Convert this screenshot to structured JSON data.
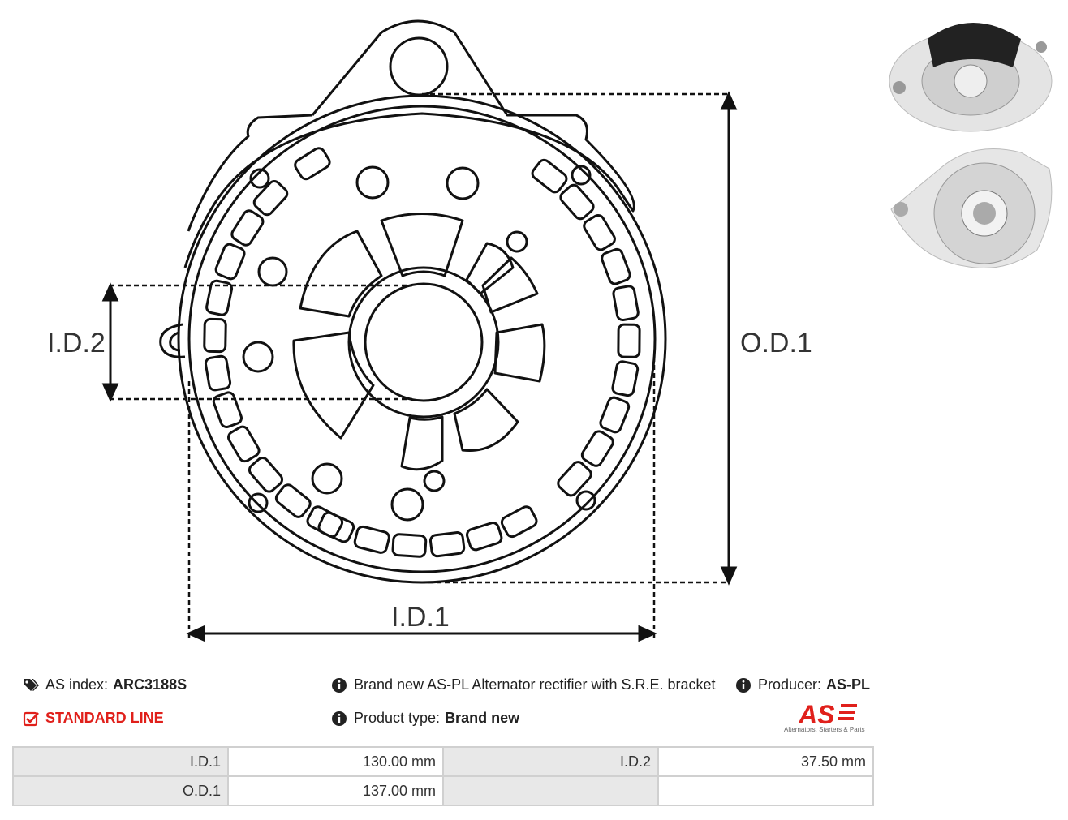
{
  "diagram": {
    "labels": {
      "od1": "O.D.1",
      "id1": "I.D.1",
      "id2": "I.D.2"
    }
  },
  "info": {
    "as_index_label": "AS index:",
    "as_index_value": "ARC3188S",
    "line": "STANDARD LINE",
    "description": "Brand new AS-PL Alternator rectifier with S.R.E. bracket",
    "product_type_label": "Product type:",
    "product_type_value": "Brand new",
    "producer_label": "Producer:",
    "producer_value": "AS-PL"
  },
  "logo": {
    "mark": "AS",
    "tagline": "Alternators, Starters & Parts"
  },
  "specs": [
    {
      "k1": "I.D.1",
      "v1": "130.00 mm",
      "k2": "I.D.2",
      "v2": "37.50 mm"
    },
    {
      "k1": "O.D.1",
      "v1": "137.00 mm",
      "k2": "",
      "v2": ""
    }
  ],
  "colors": {
    "accent": "#e0201b",
    "table_header": "#e8e8e8",
    "table_border": "#d0d0d0"
  },
  "icons": [
    "tags-icon",
    "check-square-icon",
    "info-circle-icon"
  ]
}
